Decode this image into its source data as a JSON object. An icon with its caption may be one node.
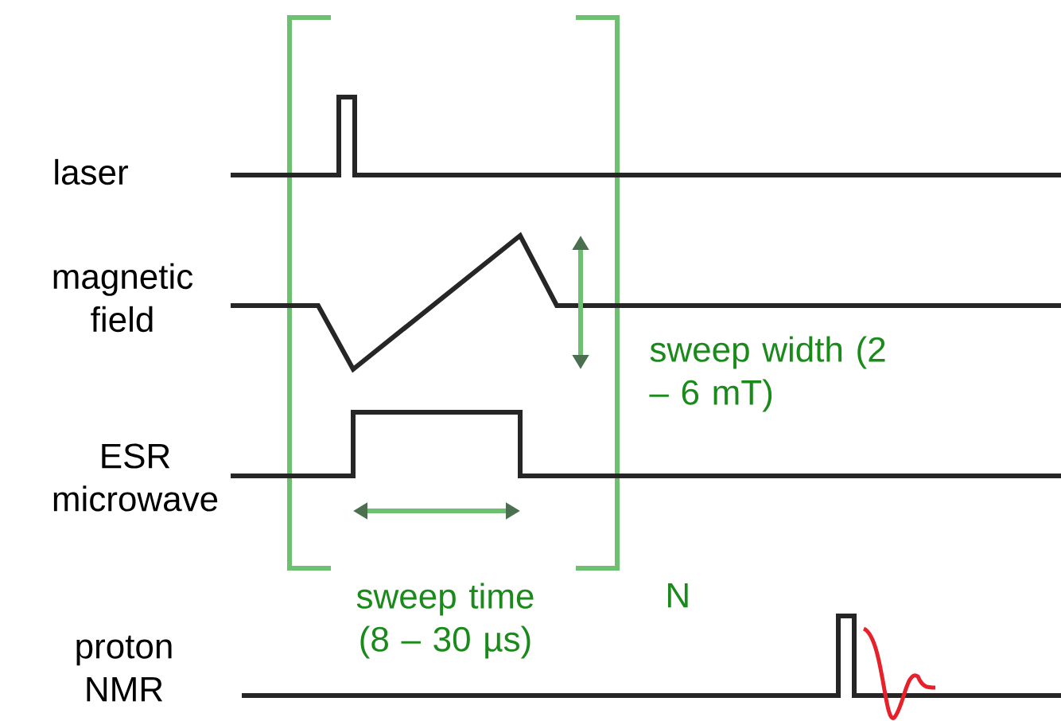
{
  "diagram": {
    "labels": [
      "laser",
      "magnetic field",
      "ESR microwave",
      "sweep width (2 – 6 mT)",
      "sweep time (8 – 30 µs)",
      "N",
      "proton NMR"
    ]
  }
}
